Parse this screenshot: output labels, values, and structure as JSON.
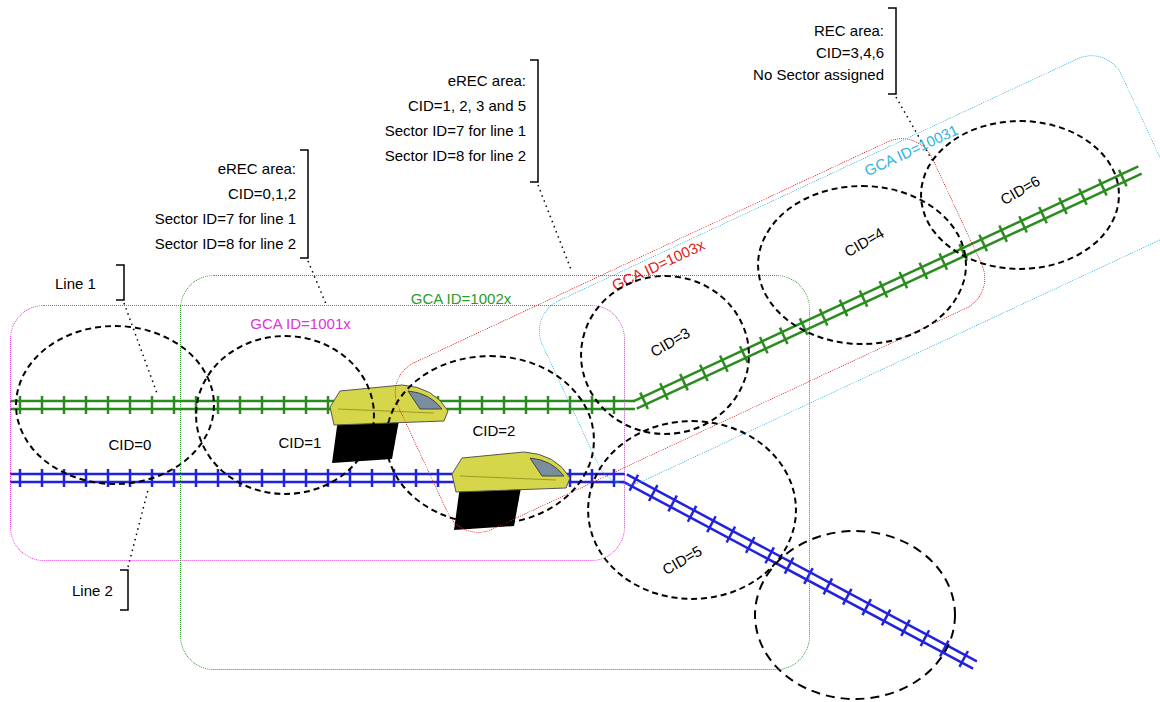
{
  "diagram": {
    "nodes": [
      {
        "text": [
          "GCA ID=1001x"
        ]
      },
      {
        "text": [
          "GCA ID=1002x"
        ]
      },
      {
        "text": [
          "GCA ID=1003x"
        ]
      },
      {
        "text": [
          "GCA ID=10031"
        ]
      },
      {
        "text": [
          "CID=0"
        ]
      },
      {
        "text": [
          "CID=1"
        ]
      },
      {
        "text": [
          "CID=2"
        ]
      },
      {
        "text": [
          "CID=3"
        ]
      },
      {
        "text": [
          "CID=4"
        ]
      },
      {
        "text": [
          "CID=5"
        ]
      },
      {
        "text": [
          "CID=6"
        ]
      }
    ],
    "labels": [
      "Line 1",
      "Line 2",
      "eREC area:",
      "CID=0,1,2",
      "Sector ID=7 for line 1",
      "Sector ID=8 for line 2",
      "eREC area:",
      "CID=1, 2, 3 and 5",
      "Sector ID=7 for line 1",
      "Sector ID=8 for line 2",
      "REC area:",
      "CID=3,4,6",
      "No Sector assigned"
    ]
  }
}
